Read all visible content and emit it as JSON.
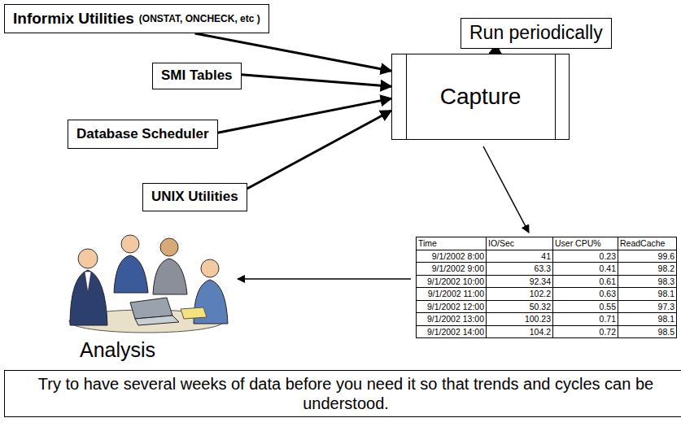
{
  "diagram": {
    "nodes": [
      {
        "text": [
          "Informix Utilities",
          "(ONSTAT, ONCHECK, etc )"
        ]
      },
      {
        "text": [
          "Run periodically"
        ]
      },
      {
        "text": [
          "SMI Tables"
        ]
      },
      {
        "text": [
          "Capture"
        ]
      },
      {
        "text": [
          "Database Scheduler"
        ]
      },
      {
        "text": [
          "UNIX Utilities"
        ]
      },
      {
        "text": [
          "Try to have several weeks of data before you need it so that trends and cycles can be understood."
        ]
      }
    ],
    "edges": [
      {
        "from": 0,
        "to": 3,
        "arrow": "to"
      },
      {
        "from": 2,
        "to": 3,
        "arrow": "to"
      },
      {
        "from": 4,
        "to": 3,
        "arrow": "to"
      },
      {
        "from": 5,
        "to": 3,
        "arrow": "to"
      },
      {
        "from": 1,
        "to": 3,
        "arrow": "to"
      }
    ],
    "labels": [
      "Time",
      "IO/Sec",
      "User CPU%",
      "ReadCache",
      "9/1/2002 8:00",
      "41",
      "0.23",
      "99.6",
      "9/1/2002 9:00",
      "63.3",
      "0.41",
      "98.2",
      "9/1/2002 10:00",
      "92.34",
      "0.61",
      "98.3",
      "9/1/2002 11:00",
      "102.2",
      "0.63",
      "98.1",
      "9/1/2002 12:00",
      "50.32",
      "0.55",
      "97.3",
      "9/1/2002 13:00",
      "100.23",
      "0.71",
      "98.1",
      "9/1/2002 14:00",
      "104.2",
      "0.72",
      "98.5",
      "Analysis"
    ]
  }
}
